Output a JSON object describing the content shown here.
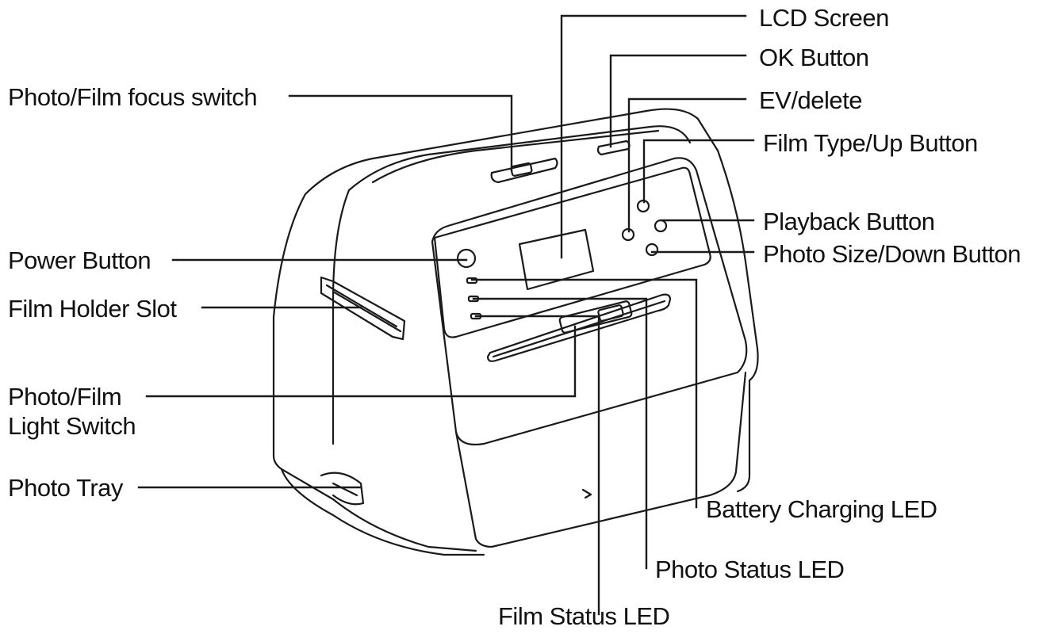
{
  "labels": {
    "lcd_screen": "LCD Screen",
    "ok_button": "OK Button",
    "ev_delete": "EV/delete",
    "film_type_up": "Film Type/Up Button",
    "playback": "Playback Button",
    "photo_size_down": "Photo Size/Down Button",
    "focus_switch": "Photo/Film focus switch",
    "power_button": "Power  Button",
    "film_holder_slot": "Film Holder Slot",
    "light_switch_line1": "Photo/Film",
    "light_switch_line2": "Light Switch",
    "photo_tray": "Photo Tray",
    "battery_led": "Battery Charging LED",
    "photo_status_led": "Photo Status LED",
    "film_status_led": "Film Status LED"
  },
  "colors": {
    "line": "#1a1a1a",
    "text": "#111111",
    "background": "#ffffff"
  }
}
